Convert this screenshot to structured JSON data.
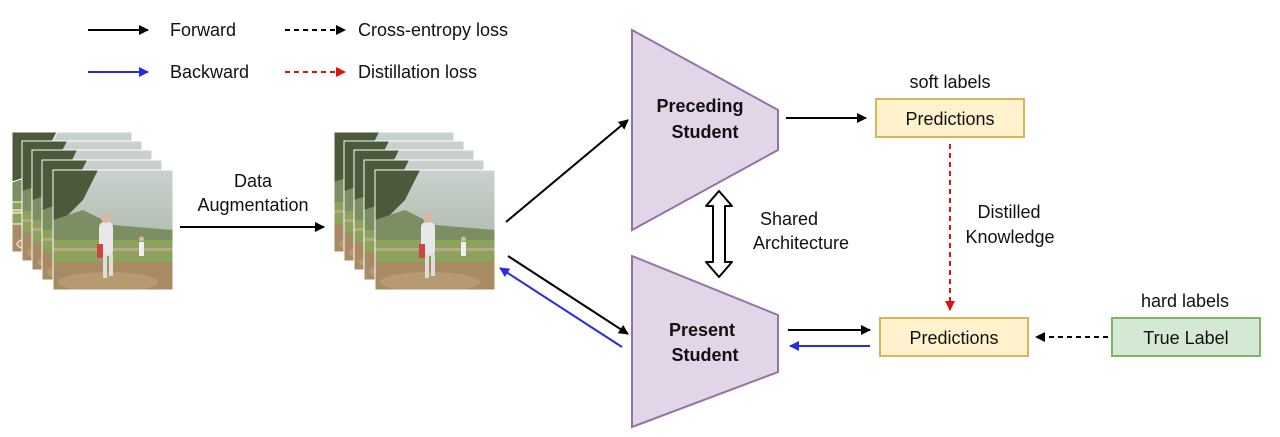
{
  "legend": {
    "forward": "Forward",
    "backward": "Backward",
    "cross_entropy": "Cross-entropy loss",
    "distillation": "Distillation loss"
  },
  "augmentation_label": [
    "Data",
    "Augmentation"
  ],
  "preceding_student": [
    "Preceding",
    "Student"
  ],
  "present_student": [
    "Present",
    "Student"
  ],
  "shared_architecture": [
    "Shared",
    "Architecture"
  ],
  "soft_labels": "soft labels",
  "hard_labels": "hard labels",
  "predictions_top": "Predictions",
  "predictions_bottom": "Predictions",
  "true_label": "True Label",
  "distilled_knowledge": [
    "Distilled",
    "Knowledge"
  ],
  "colors": {
    "forward": "#000000",
    "backward": "#2a2ae0",
    "distillation": "#e01010",
    "student_fill": "#e1d5e7",
    "student_stroke": "#9673a6",
    "pred_fill": "#fff2cc",
    "pred_stroke": "#d6b656",
    "true_fill": "#d5e8d4",
    "true_stroke": "#82b366"
  }
}
